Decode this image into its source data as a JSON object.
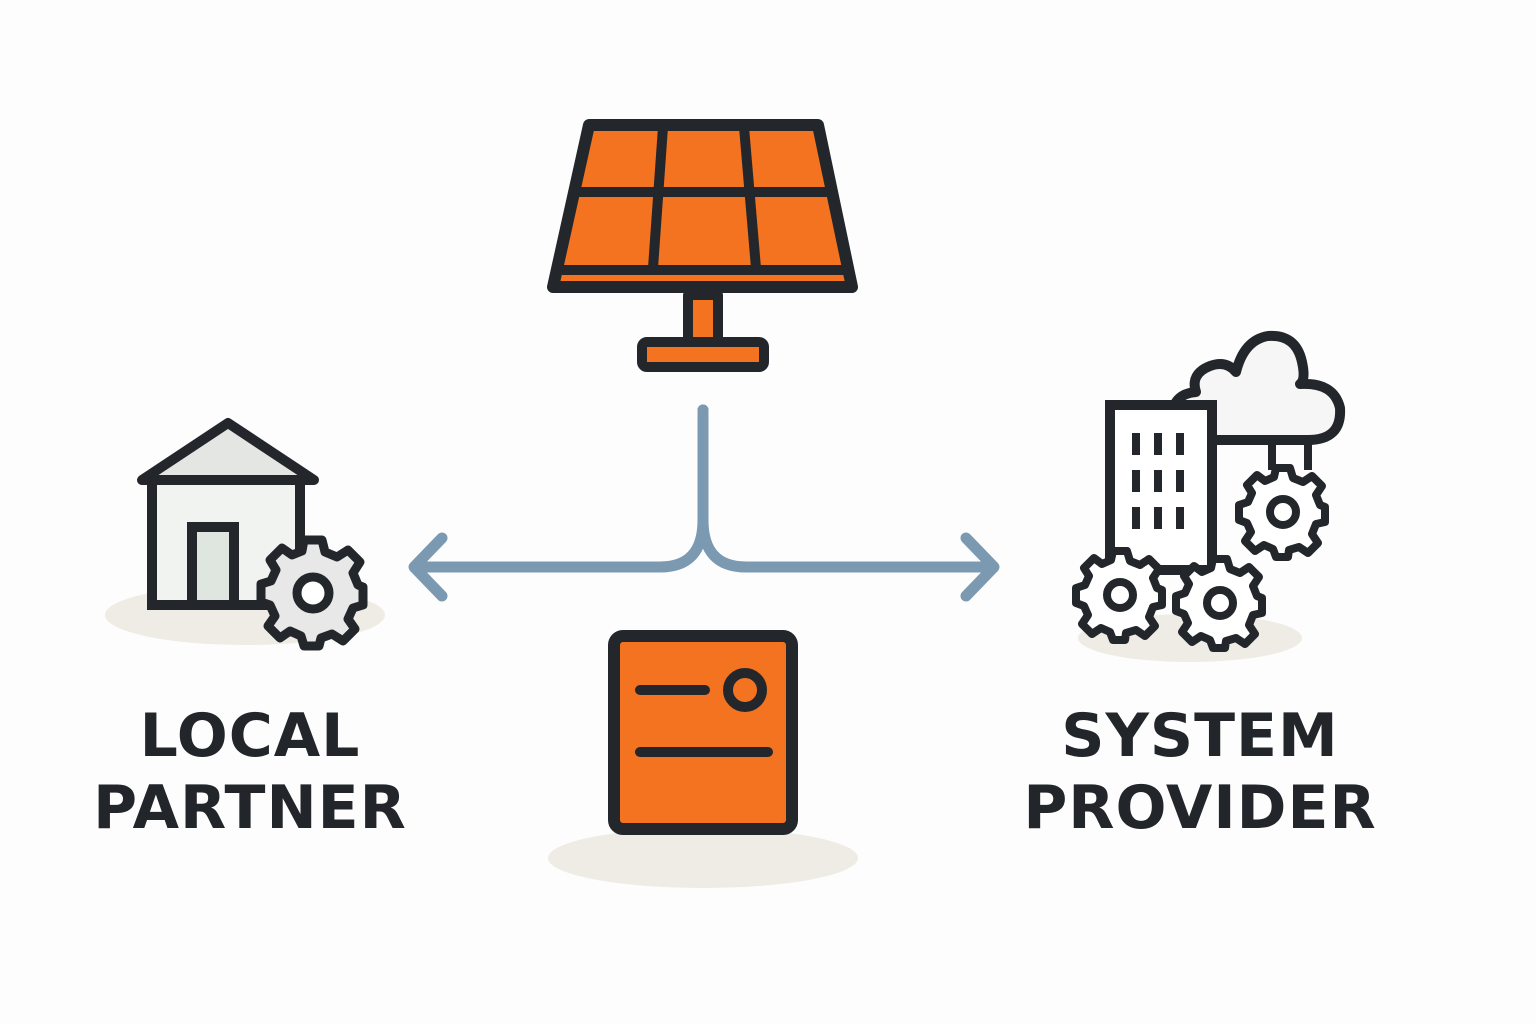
{
  "nodes": {
    "solar": {
      "icon": "solar-panel-icon"
    },
    "battery": {
      "icon": "battery-storage-icon"
    },
    "local_partner": {
      "icon": "house-with-gear-icon",
      "label_line1": "LOCAL",
      "label_line2": "PARTNER"
    },
    "system_provider": {
      "icon": "building-cloud-gears-icon",
      "label_line1": "SYSTEM",
      "label_line2": "PROVIDER"
    }
  },
  "edges": [
    {
      "from": "solar",
      "to": "local_partner",
      "style": "arrow"
    },
    {
      "from": "solar",
      "to": "system_provider",
      "style": "arrow"
    }
  ],
  "colors": {
    "accent": "#f47321",
    "outline": "#23272b",
    "connector": "#7b9ab2",
    "gear": "#e8e8e8",
    "house": "#f1f3f1",
    "shadow": "#efece6"
  }
}
